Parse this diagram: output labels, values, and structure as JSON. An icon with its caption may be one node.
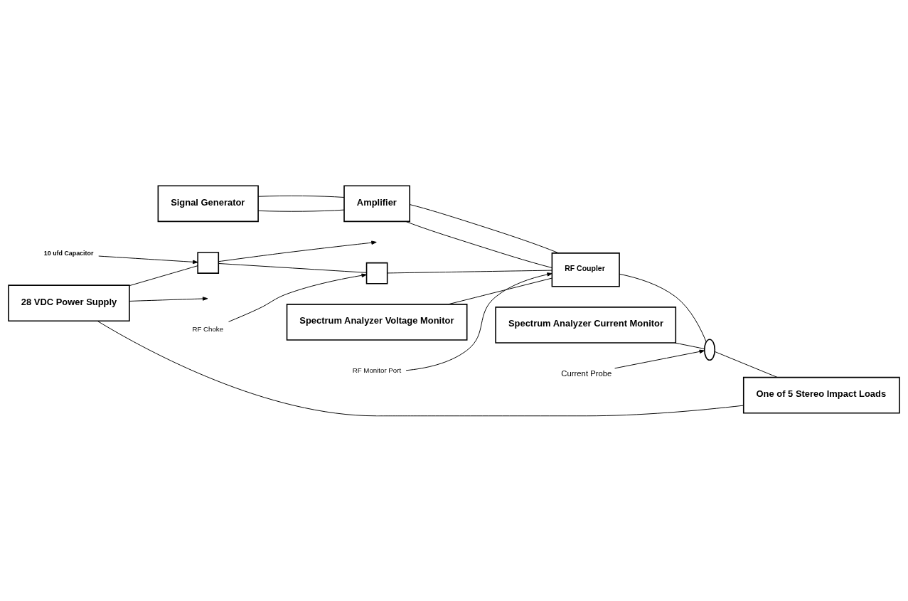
{
  "diagram": {
    "nodes": [
      {
        "text": [
          "Signal Generator"
        ]
      },
      {
        "text": [
          "Amplifier"
        ]
      },
      {
        "text": [
          "Spectrum Analyzer Current Monitor"
        ]
      },
      {
        "text": [
          "Current Probe"
        ]
      },
      {
        "text": [
          "10 ufd Capacitor"
        ]
      },
      {
        "text": [
          "28 VDC Power Supply"
        ]
      },
      {
        "text": [],
        "shape": "box"
      },
      {
        "text": [],
        "shape": "box"
      },
      {
        "text": [
          "RF Coupler"
        ]
      },
      {
        "text": [],
        "shape": "ellipse"
      },
      {
        "text": [
          "One of 5 Stereo Impact Loads"
        ]
      },
      {
        "text": [
          "RF Choke"
        ]
      },
      {
        "text": [
          "Spectrum Analyzer Voltage Monitor"
        ]
      },
      {
        "text": [
          "RF Monitor Port"
        ]
      }
    ],
    "edges": [
      {
        "from": 0,
        "to": 1,
        "arrow": "none"
      },
      {
        "from": 0,
        "to": 1,
        "arrow": "none"
      },
      {
        "from": 1,
        "to": 8,
        "arrow": "none"
      },
      {
        "from": 1,
        "to": 8,
        "arrow": "none"
      },
      {
        "from": 5,
        "to": 6,
        "arrow": "none"
      },
      {
        "from": 6,
        "to": 7,
        "arrow": "none"
      },
      {
        "from": 7,
        "to": 8,
        "arrow": "none"
      },
      {
        "from": 8,
        "to": 9,
        "arrow": "none"
      },
      {
        "from": 9,
        "to": 10,
        "arrow": "none"
      },
      {
        "from": 2,
        "to": 9,
        "arrow": "none"
      },
      {
        "from": 3,
        "to": 9,
        "arrow": "to"
      },
      {
        "from": 4,
        "to": 6,
        "arrow": "to"
      },
      {
        "from": 6,
        "to": null,
        "arrow": "to"
      },
      {
        "from": 5,
        "to": 10,
        "arrow": "none"
      },
      {
        "from": 5,
        "to": null,
        "arrow": "to"
      },
      {
        "from": 11,
        "to": 7,
        "arrow": "to"
      },
      {
        "from": 13,
        "to": 8,
        "arrow": "to"
      },
      {
        "from": 12,
        "to": 8,
        "arrow": "none"
      }
    ]
  }
}
